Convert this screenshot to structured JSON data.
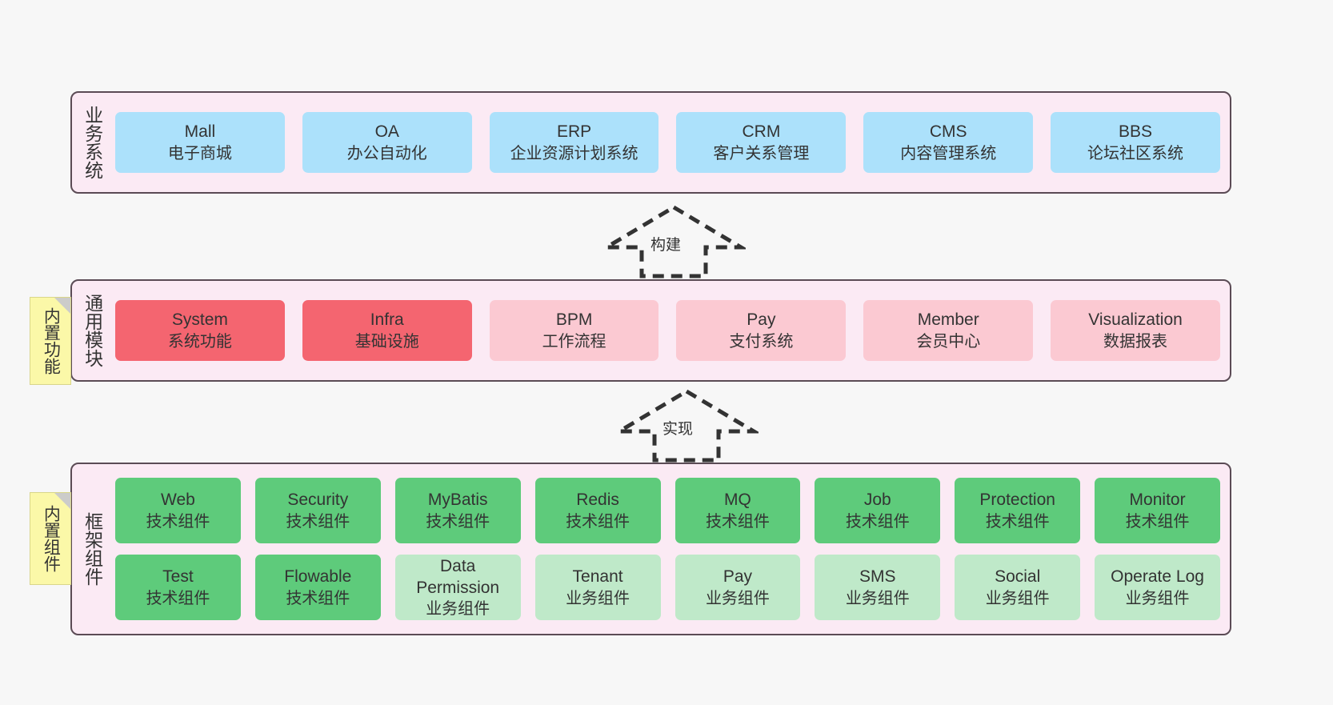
{
  "diagram": {
    "background_color": "#f7f7f7",
    "layer_fill": "#fbeaf4",
    "layer_border": "#5b4b55",
    "colors": {
      "blue": "#ace1fb",
      "red": "#f46570",
      "pink": "#fbc9d2",
      "green": "#5ecb7b",
      "green_light": "#bfe9c9",
      "note_yellow": "#fbf8a8",
      "note_fold": "#ccccca"
    }
  },
  "notes": [
    {
      "label": "内置功能"
    },
    {
      "label": "内置组件"
    }
  ],
  "arrows": [
    {
      "label": "构建",
      "style": "dashed-hollow-triangle-up"
    },
    {
      "label": "实现",
      "style": "dashed-hollow-triangle-up"
    }
  ],
  "layers": [
    {
      "title": "业务系统",
      "rows": [
        {
          "cards": [
            {
              "name": "Mall",
              "desc": "电子商城",
              "color": "blue"
            },
            {
              "name": "OA",
              "desc": "办公自动化",
              "color": "blue"
            },
            {
              "name": "ERP",
              "desc": "企业资源计划系统",
              "color": "blue"
            },
            {
              "name": "CRM",
              "desc": "客户关系管理",
              "color": "blue"
            },
            {
              "name": "CMS",
              "desc": "内容管理系统",
              "color": "blue"
            },
            {
              "name": "BBS",
              "desc": "论坛社区系统",
              "color": "blue"
            }
          ]
        }
      ]
    },
    {
      "title": "通用模块",
      "rows": [
        {
          "cards": [
            {
              "name": "System",
              "desc": "系统功能",
              "color": "red"
            },
            {
              "name": "Infra",
              "desc": "基础设施",
              "color": "red"
            },
            {
              "name": "BPM",
              "desc": "工作流程",
              "color": "pink"
            },
            {
              "name": "Pay",
              "desc": "支付系统",
              "color": "pink"
            },
            {
              "name": "Member",
              "desc": "会员中心",
              "color": "pink"
            },
            {
              "name": "Visualization",
              "desc": "数据报表",
              "color": "pink"
            }
          ]
        }
      ]
    },
    {
      "title": "框架组件",
      "rows": [
        {
          "cards": [
            {
              "name": "Web",
              "desc": "技术组件",
              "color": "green"
            },
            {
              "name": "Security",
              "desc": "技术组件",
              "color": "green"
            },
            {
              "name": "MyBatis",
              "desc": "技术组件",
              "color": "green"
            },
            {
              "name": "Redis",
              "desc": "技术组件",
              "color": "green"
            },
            {
              "name": "MQ",
              "desc": "技术组件",
              "color": "green"
            },
            {
              "name": "Job",
              "desc": "技术组件",
              "color": "green"
            },
            {
              "name": "Protection",
              "desc": "技术组件",
              "color": "green"
            },
            {
              "name": "Monitor",
              "desc": "技术组件",
              "color": "green"
            }
          ]
        },
        {
          "cards": [
            {
              "name": "Test",
              "desc": "技术组件",
              "color": "green"
            },
            {
              "name": "Flowable",
              "desc": "技术组件",
              "color": "green"
            },
            {
              "name": "Data Permission",
              "desc": "业务组件",
              "color": "greenlight"
            },
            {
              "name": "Tenant",
              "desc": "业务组件",
              "color": "greenlight"
            },
            {
              "name": "Pay",
              "desc": "业务组件",
              "color": "greenlight"
            },
            {
              "name": "SMS",
              "desc": "业务组件",
              "color": "greenlight"
            },
            {
              "name": "Social",
              "desc": "业务组件",
              "color": "greenlight"
            },
            {
              "name": "Operate Log",
              "desc": "业务组件",
              "color": "greenlight"
            }
          ]
        }
      ]
    }
  ]
}
